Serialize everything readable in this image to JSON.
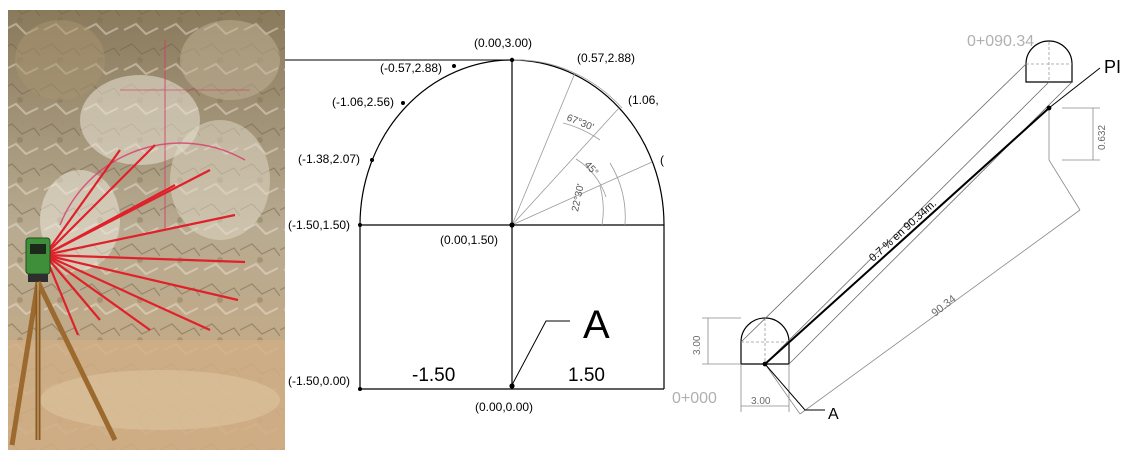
{
  "photo": {
    "description_icon": "survey-total-station-icon"
  },
  "section": {
    "points": [
      {
        "label": "(0.00,3.00)"
      },
      {
        "label": "(-0.57,2.88)"
      },
      {
        "label": "(0.57,2.88)"
      },
      {
        "label": "(-1.06,2.56)"
      },
      {
        "label": "(1.06,"
      },
      {
        "label": "(-1.38,2.07)"
      },
      {
        "label": "("
      },
      {
        "label": "(-1.50,1.50)"
      },
      {
        "label": "(0.00,1.50)"
      },
      {
        "label": "(-1.50,0.00)"
      },
      {
        "label": "(0.00,0.00)"
      }
    ],
    "angles": {
      "a1": "67°30'",
      "a2": "45°",
      "a3": "22°30'"
    },
    "point_a": "A",
    "width_left": "-1.50",
    "width_right": "1.50"
  },
  "profile": {
    "station_end": "0+090.34",
    "station_start": "0+000",
    "pi_label": "PI",
    "slope_label": "0.7 % en 90.34m.",
    "length_label": "90.34",
    "rise_label": "0.632",
    "height_label": "3.00",
    "width_label": "3.00",
    "point_a": "A"
  },
  "colors": {
    "line": "#000000",
    "construction": "#9a9a9a",
    "station_text": "#b0b0b0",
    "laser": "#e0202a"
  }
}
